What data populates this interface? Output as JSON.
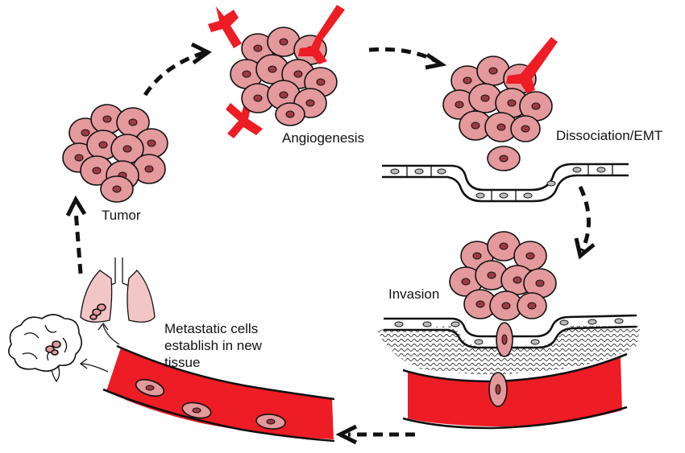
{
  "diagram": {
    "stages": {
      "tumor": "Tumor",
      "angiogenesis": "Angiogenesis",
      "dissociation": "Dissociation/EMT",
      "invasion": "Invasion",
      "metastasis": "Metastatic cells establish in new tissue"
    },
    "colors": {
      "cell_fill": "#e4999c",
      "cell_nucleus": "#9b3a42",
      "blood_vessel": "#ee1c24",
      "lung": "#f2c6c7",
      "endothelium_nucleus": "#bdbdbd"
    },
    "icons": [
      "tumor-cluster",
      "blood-vessel",
      "lung-icon",
      "brain-icon",
      "endothelium",
      "extracellular-matrix"
    ]
  }
}
